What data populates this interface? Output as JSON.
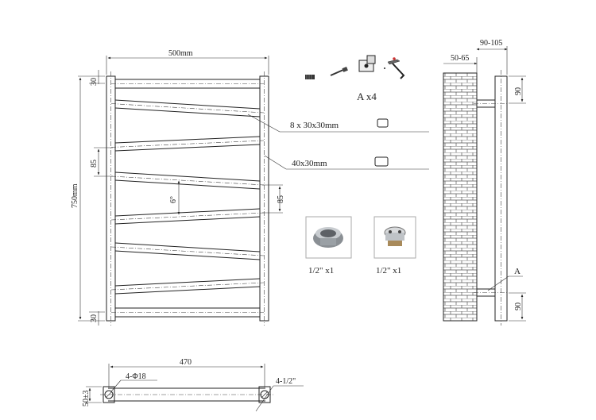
{
  "dimensions": {
    "overall_width": "500mm",
    "overall_height": "750mm",
    "top_spacing": "30",
    "bottom_spacing": "30",
    "left_gap": "85",
    "right_gap": "85",
    "angle": "6°",
    "wall_offset": "50-65",
    "projection": "90-105",
    "bracket_top": "90",
    "bracket_bottom": "90",
    "center_distance": "470",
    "inlet_diameter": "4-Φ18",
    "depth": "50±3",
    "thread": "4-1/2\""
  },
  "callouts": {
    "tube_size": "8 x 30x30mm",
    "frame_size": "40x30mm",
    "bracket_label": "A",
    "mounting_kit": "A x4"
  },
  "fittings": [
    {
      "label": "1/2\" x1",
      "icon": "valve-fitting-icon"
    },
    {
      "label": "1/2\" x1",
      "icon": "plug-fitting-icon"
    }
  ]
}
